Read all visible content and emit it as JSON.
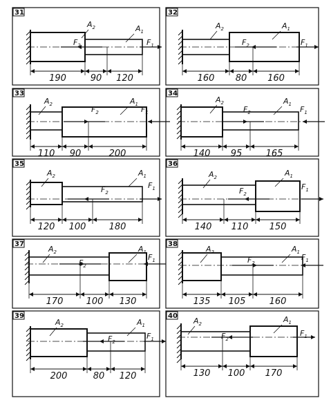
{
  "problems": [
    {
      "number": "31",
      "dims": [
        "190",
        "90",
        "120"
      ],
      "labels": {
        "area_left": "A",
        "area_left_sub": "2",
        "area_right": "A",
        "area_right_sub": "1",
        "force_a": "F",
        "force_a_sub": "2",
        "force_b": "F",
        "force_b_sub": "1"
      }
    },
    {
      "number": "32",
      "dims": [
        "160",
        "80",
        "160"
      ],
      "labels": {
        "area_left": "A",
        "area_left_sub": "2",
        "area_right": "A",
        "area_right_sub": "1",
        "force_a": "F",
        "force_a_sub": "2",
        "force_b": "F",
        "force_b_sub": "1"
      }
    },
    {
      "number": "33",
      "dims": [
        "110",
        "90",
        "200"
      ],
      "labels": {
        "area_left": "A",
        "area_left_sub": "2",
        "area_right": "A",
        "area_right_sub": "1",
        "force_a": "F",
        "force_a_sub": "2",
        "force_b": "F",
        "force_b_sub": "1"
      }
    },
    {
      "number": "34",
      "dims": [
        "140",
        "95",
        "165"
      ],
      "labels": {
        "area_left": "A",
        "area_left_sub": "2",
        "area_right": "A",
        "area_right_sub": "1",
        "force_a": "F",
        "force_a_sub": "2",
        "force_b": "F",
        "force_b_sub": "1"
      }
    },
    {
      "number": "35",
      "dims": [
        "120",
        "100",
        "180"
      ],
      "labels": {
        "area_left": "A",
        "area_left_sub": "2",
        "area_right": "A",
        "area_right_sub": "1",
        "force_a": "F",
        "force_a_sub": "2",
        "force_b": "F",
        "force_b_sub": "1"
      }
    },
    {
      "number": "36",
      "dims": [
        "140",
        "110",
        "150"
      ],
      "labels": {
        "area_left": "A",
        "area_left_sub": "2",
        "area_right": "A",
        "area_right_sub": "1",
        "force_a": "F",
        "force_a_sub": "2",
        "force_b": "F",
        "force_b_sub": "1"
      }
    },
    {
      "number": "37",
      "dims": [
        "170",
        "100",
        "130"
      ],
      "labels": {
        "area_left": "A",
        "area_left_sub": "2",
        "area_right": "A",
        "area_right_sub": "1",
        "force_a": "F",
        "force_a_sub": "2",
        "force_b": "F",
        "force_b_sub": "1"
      }
    },
    {
      "number": "38",
      "dims": [
        "135",
        "105",
        "160"
      ],
      "labels": {
        "area_left": "A",
        "area_left_sub": "2",
        "area_right": "A",
        "area_right_sub": "1",
        "force_a": "F",
        "force_a_sub": "2",
        "force_b": "F",
        "force_b_sub": "1"
      }
    },
    {
      "number": "39",
      "dims": [
        "200",
        "80",
        "120"
      ],
      "labels": {
        "area_left": "A",
        "area_left_sub": "2",
        "area_right": "A",
        "area_right_sub": "1",
        "force_a": "F",
        "force_a_sub": "2",
        "force_b": "F",
        "force_b_sub": "1"
      }
    },
    {
      "number": "40",
      "dims": [
        "130",
        "100",
        "170"
      ],
      "labels": {
        "area_left": "A",
        "area_left_sub": "2",
        "area_right": "A",
        "area_right_sub": "1",
        "force_a": "F",
        "force_a_sub": "2",
        "force_b": "F",
        "force_b_sub": "1"
      }
    }
  ]
}
